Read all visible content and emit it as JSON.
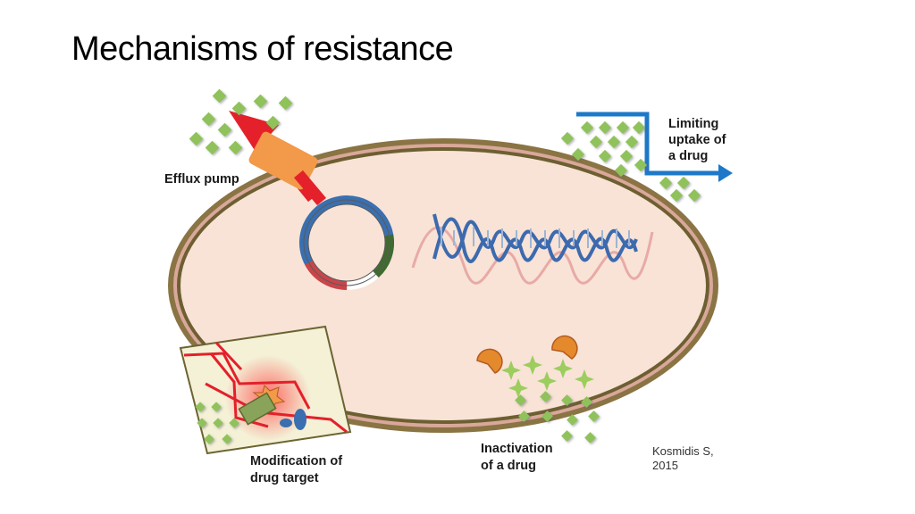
{
  "slide": {
    "title": "Mechanisms of resistance"
  },
  "labels": {
    "efflux_pump": "Efflux pump",
    "limiting_uptake": [
      "Limiting",
      "uptake of",
      "a drug"
    ],
    "modification": [
      "Modification of",
      "drug target"
    ],
    "inactivation": [
      "Inactivation",
      "of a drug"
    ],
    "credit": [
      "Kosmidis S,",
      "2015"
    ]
  },
  "colors": {
    "cell_fill": "#f8e3d6",
    "cell_membrane": "#7a6a3a",
    "drug_green": "#8fc25a",
    "efflux_arrow": "#e4202a",
    "pump": "#f2994a",
    "uptake_arrow": "#1e78c8",
    "plasmid_blue": "#3a6fb0",
    "dna_blue": "#3d6aae",
    "dna_pink": "#e8aaa6"
  }
}
